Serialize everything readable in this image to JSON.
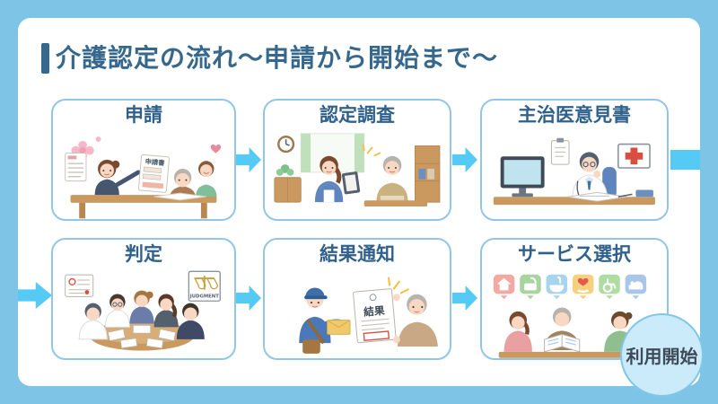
{
  "frame": {
    "bg_color": "#7EC4E7",
    "card_color": "#FFFFFF"
  },
  "title": {
    "text": "介護認定の流れ～申請から開始まで～",
    "color": "#36688E"
  },
  "flow": {
    "arrow_color": "#55CAF4",
    "steps": [
      {
        "label": "申請"
      },
      {
        "label": "認定調査"
      },
      {
        "label": "主治医意見書"
      },
      {
        "label": "判定"
      },
      {
        "label": "結果通知"
      },
      {
        "label": "サービス選択"
      }
    ]
  },
  "badge": {
    "label": "利用開始",
    "fill": "#CBEAFA",
    "border": "#7FC6E9"
  },
  "illustration_text": {
    "application_paper": "申請書",
    "judgment_sign": "JUDGMENT",
    "result_paper": "結果"
  }
}
